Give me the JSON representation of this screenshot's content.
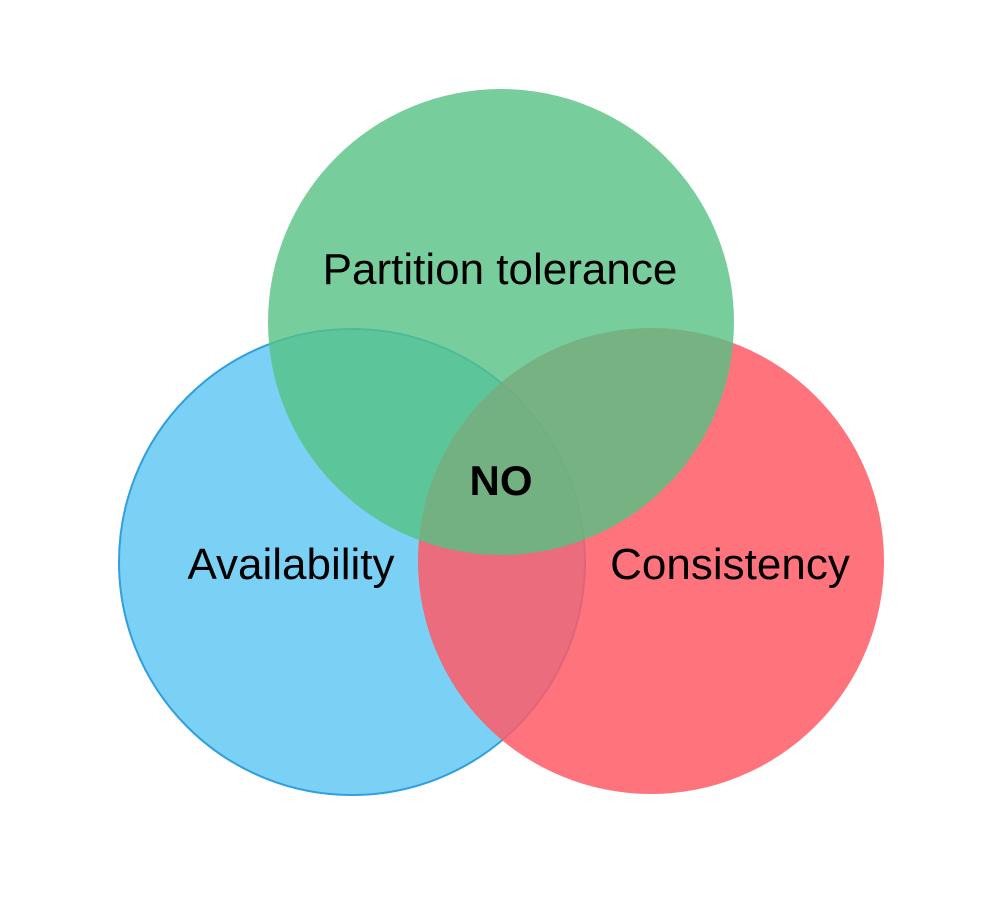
{
  "diagram": {
    "type": "venn",
    "sets": [
      {
        "id": "availability",
        "label": "Availability",
        "color": "#5ac5f2",
        "stroke": "#2f9fde"
      },
      {
        "id": "consistency",
        "label": "Consistency",
        "color": "#ff5b66",
        "stroke": "#ff5b66"
      },
      {
        "id": "partition_tolerance",
        "label": "Partition tolerance",
        "color": "#55c283",
        "stroke": "#55c283"
      }
    ],
    "intersection_label": "NO",
    "background": "#ffffff"
  }
}
